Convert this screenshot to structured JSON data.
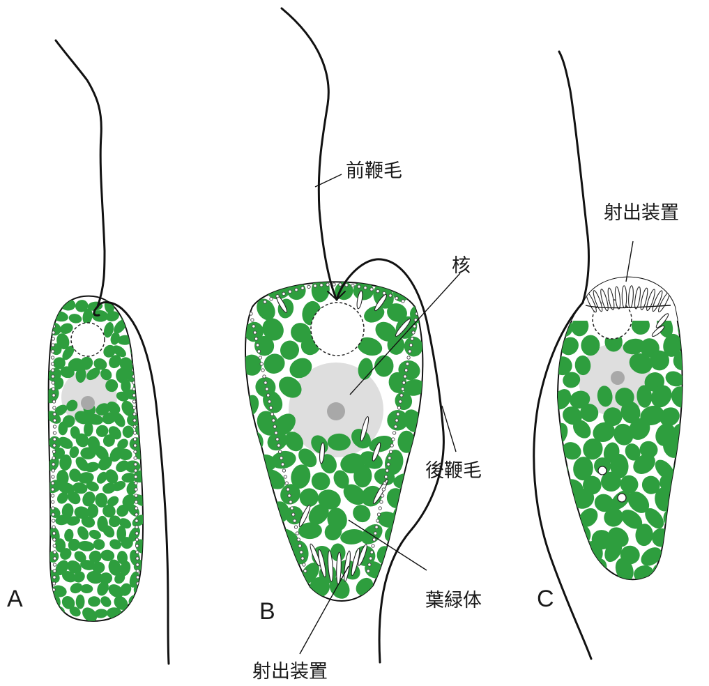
{
  "labels": {
    "a": "A",
    "b": "B",
    "c": "C",
    "anterior_flagellum": "前鞭毛",
    "posterior_flagellum": "後鞭毛",
    "nucleus": "核",
    "chloroplast": "葉緑体",
    "ejectisome_b": "射出装置",
    "ejectisome_c": "射出装置"
  },
  "colors": {
    "chloroplast": "#2e9e3e",
    "nucleus": "#dedede",
    "nucleolus": "#a8a8a8",
    "outline": "#111111"
  }
}
